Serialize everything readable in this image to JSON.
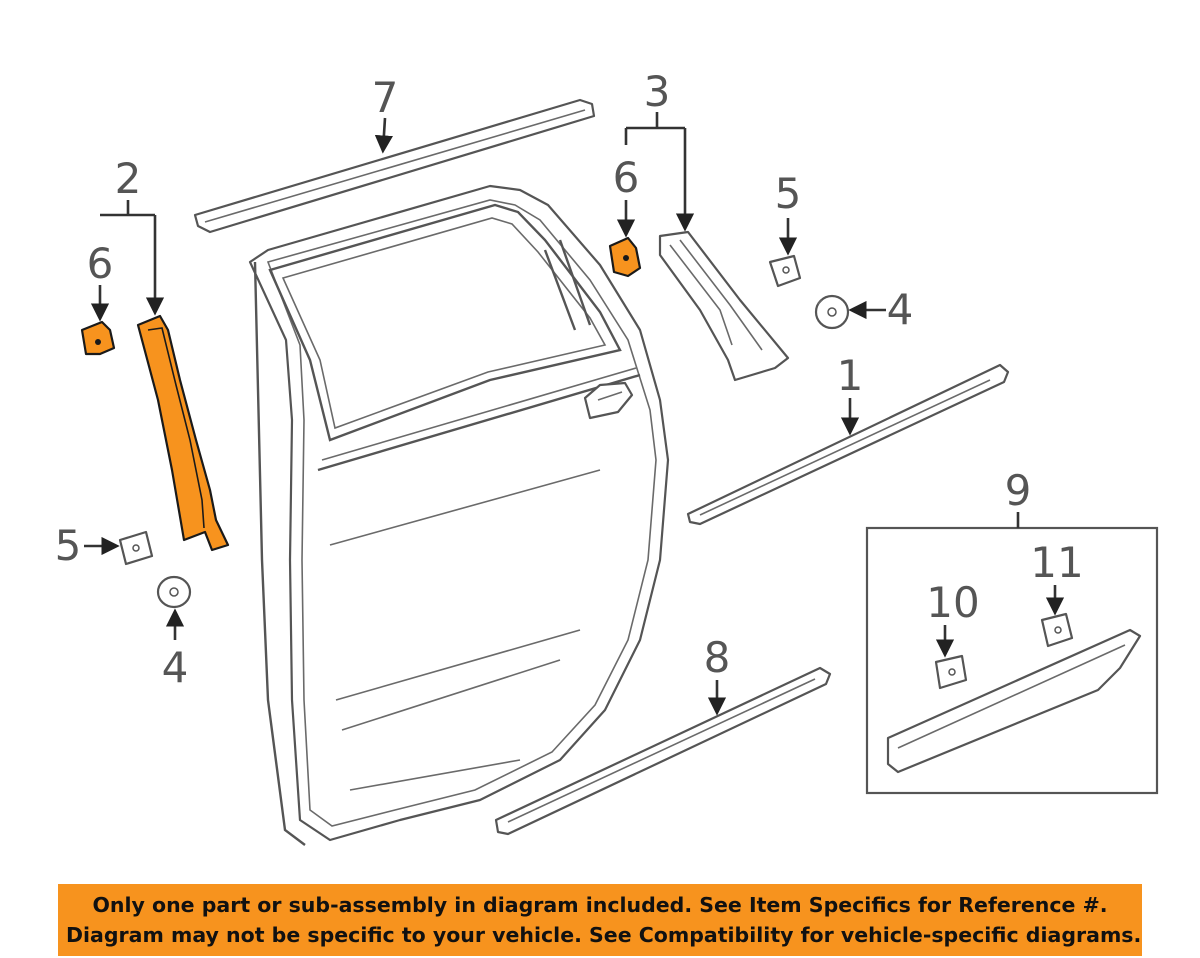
{
  "callouts": {
    "c1": "1",
    "c2": "2",
    "c3": "3",
    "c4a": "4",
    "c4b": "4",
    "c5a": "5",
    "c5b": "5",
    "c6a": "6",
    "c6b": "6",
    "c7": "7",
    "c8": "8",
    "c9": "9",
    "c10": "10",
    "c11": "11"
  },
  "disclaimer": {
    "line1": "Only one part or sub-assembly in diagram included. See Item Specifics for Reference #.",
    "line2": "Diagram may not be specific to your vehicle. See Compatibility for vehicle-specific diagrams."
  },
  "colors": {
    "highlight": "#f7931e",
    "line": "#555555",
    "banner": "#f7931e"
  }
}
